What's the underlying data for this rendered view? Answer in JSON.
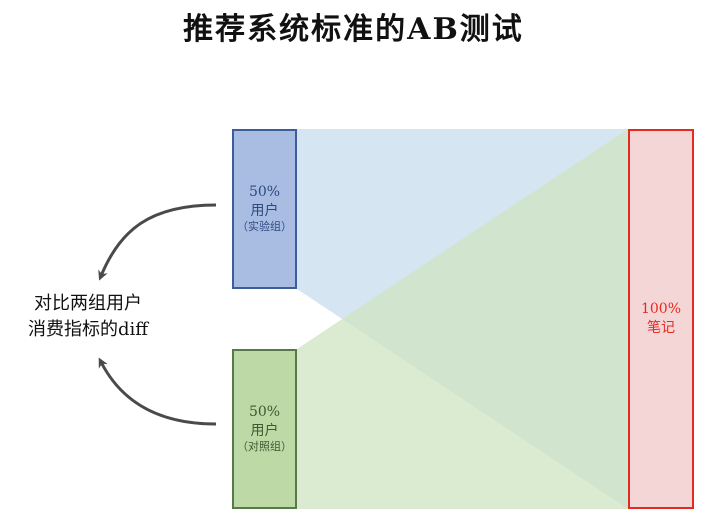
{
  "title": "推荐系统标准的AB测试",
  "experiment": {
    "percent": "50%",
    "label": "用户",
    "group": "（实验组）"
  },
  "control": {
    "percent": "50%",
    "label": "用户",
    "group": "（对照组）"
  },
  "notes": {
    "percent": "100%",
    "label": "笔记"
  },
  "compare_text": {
    "line1": "对比两组用户",
    "line2": "消费指标的diff"
  },
  "colors": {
    "experiment_fill": "#a9bde3",
    "experiment_border": "#3c5d99",
    "control_fill": "#bcd9a6",
    "control_border": "#58794a",
    "notes_fill": "#f4d6d6",
    "notes_border": "#e52a22",
    "flow_blue": "#cfe0f0",
    "flow_green": "#cfe4c2",
    "arrow": "#4a4a4a"
  }
}
